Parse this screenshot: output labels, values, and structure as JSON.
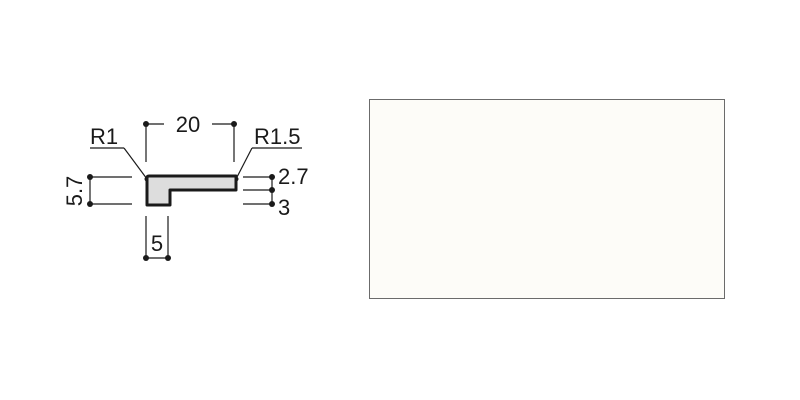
{
  "dimensions": {
    "width": "20",
    "inner_radius": "R1",
    "outer_radius": "R1.5",
    "height": "5.7",
    "lip_height": "2.7",
    "body_thickness": "3",
    "leg_width": "5"
  },
  "colors": {
    "profile_fill": "#dddddd",
    "profile_stroke": "#1a1a1a",
    "line": "#1a1a1a",
    "swatch": "#fdfcf8",
    "swatch_border": "#6b6b6b"
  }
}
